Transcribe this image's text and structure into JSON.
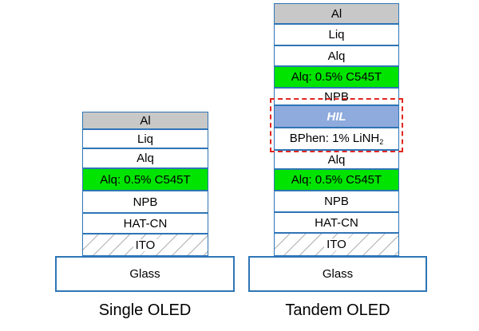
{
  "single": {
    "caption": "Single OLED",
    "layers": [
      "Al",
      "Liq",
      "Alq",
      "Alq: 0.5% C545T",
      "NPB",
      "HAT-CN",
      "ITO",
      "Glass"
    ]
  },
  "tandem": {
    "caption": "Tandem OLED",
    "layers": [
      "Al",
      "Liq",
      "Alq",
      "Alq: 0.5% C545T",
      "NPB",
      "HIL",
      "BPhen: 1% LiNH",
      "2",
      "Alq",
      "Alq: 0.5% C545T",
      "NPB",
      "HAT-CN",
      "ITO",
      "Glass"
    ]
  },
  "colors": {
    "border": "#2e75b6",
    "al": "#c8c8c8",
    "emitter": "#00e400",
    "hil": "#8faadc",
    "highlight": "#e0261f"
  }
}
